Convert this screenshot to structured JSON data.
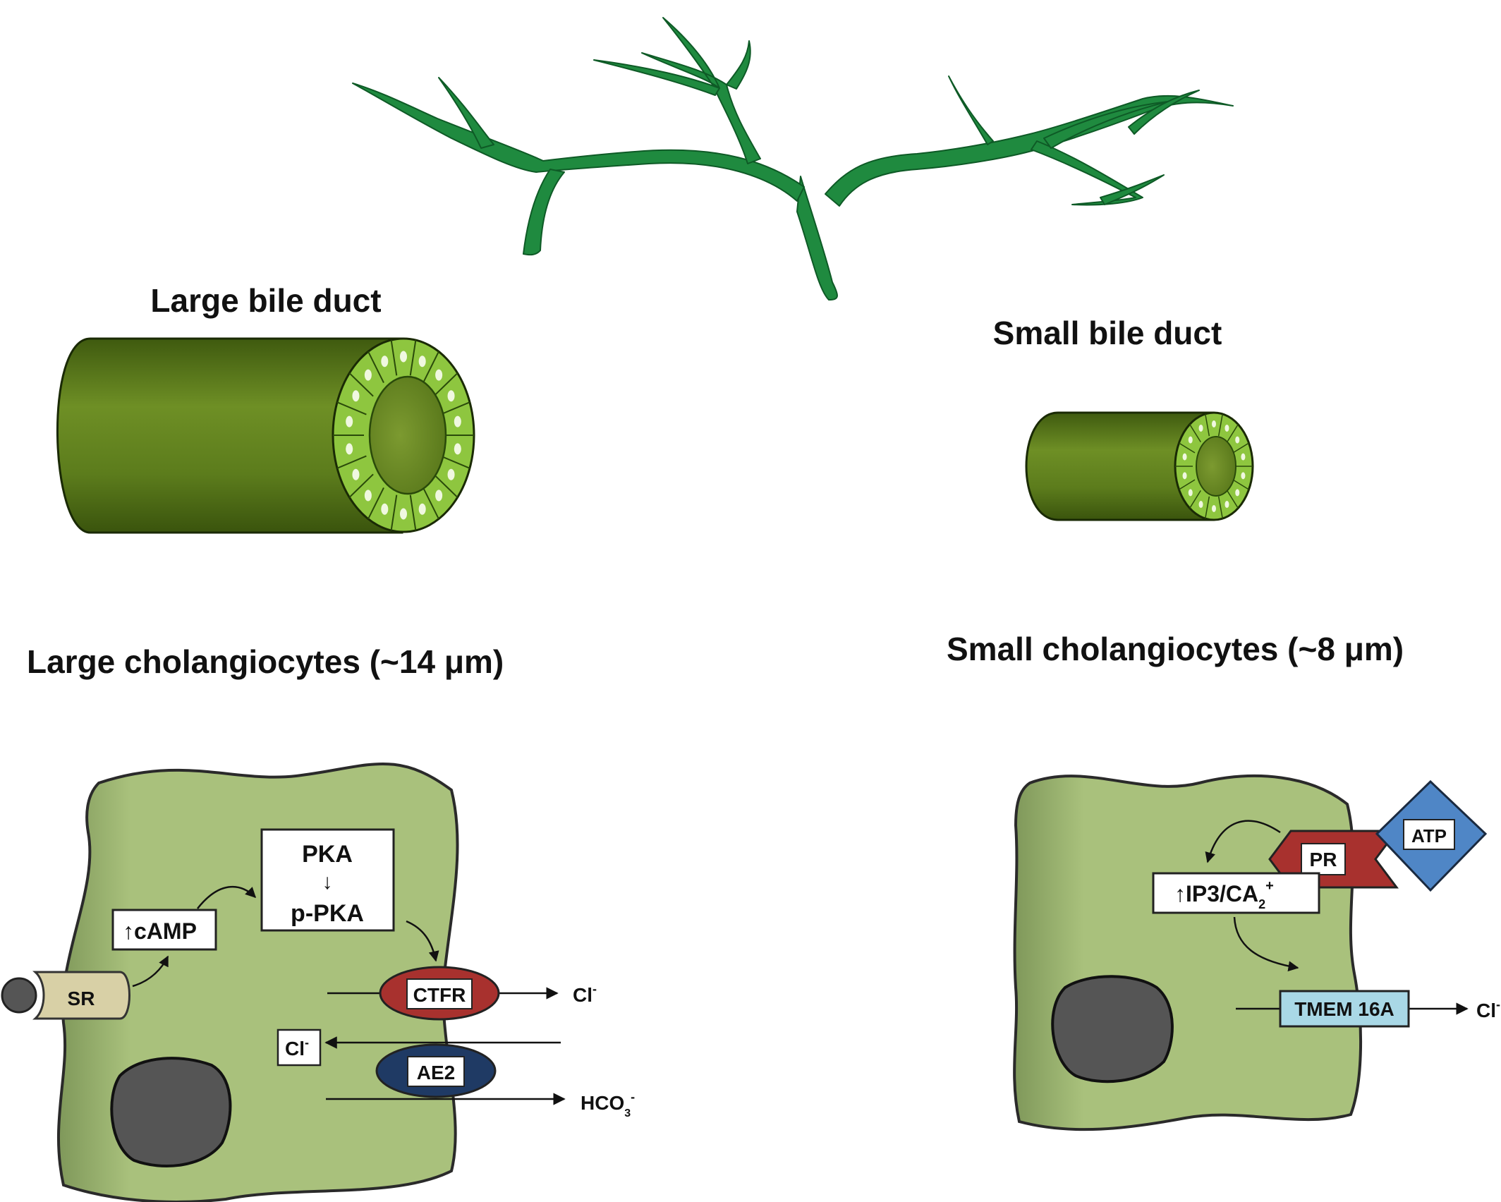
{
  "headings": {
    "large_duct": "Large bile duct",
    "small_duct": "Small bile duct",
    "large_cells": "Large cholangiocytes (~14 μm)",
    "small_cells": "Small cholangiocytes (~8 μm)"
  },
  "large_cell": {
    "camp_arrow": "↑",
    "camp": "cAMP",
    "pka": "PKA",
    "pka_arrow": "↓",
    "ppka": "p-PKA",
    "sr": "SR",
    "ctfr": "CTFR",
    "ae2": "AE2",
    "cl_in": "Cl",
    "cl_in_sup": "-",
    "cl_out": "Cl",
    "cl_out_sup": "-",
    "hco3": "HCO",
    "hco3_sub": "3",
    "hco3_sup": "-"
  },
  "small_cell": {
    "pr": "PR",
    "atp": "ATP",
    "ip3_arrow": "↑",
    "ip3": "IP3/CA",
    "ip3_sub": "2",
    "ip3_sup": "+",
    "tmem": "TMEM 16A",
    "cl_out": "Cl",
    "cl_out_sup": "-"
  },
  "colors": {
    "tree_green": "#1f8a3f",
    "duct_green": "#5a7a1a",
    "epithelium_green": "#8ec63f",
    "cell_green": "#a8c07a",
    "nucleus": "#555555",
    "ctfr_red": "#a8312e",
    "ae2_navy": "#1f3a64",
    "pr_red": "#a8312e",
    "atp_blue": "#4f86c6",
    "tmem_blue": "#a9d8e6",
    "sr_tan": "#d8d0a6"
  }
}
